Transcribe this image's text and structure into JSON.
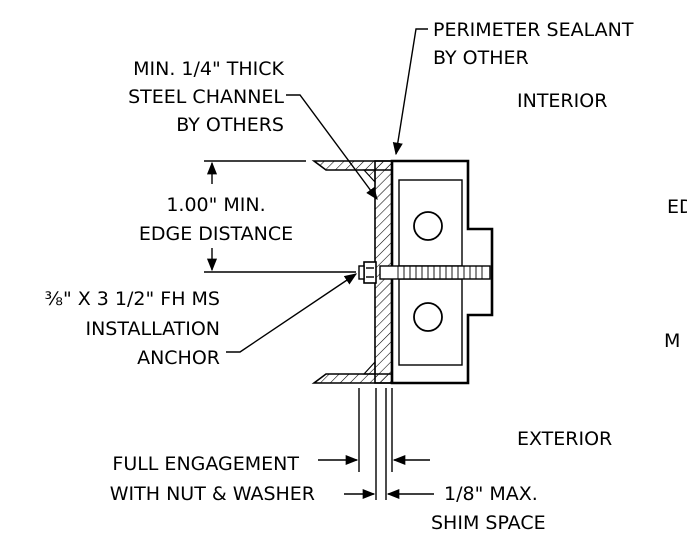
{
  "labels": {
    "perimeter_sealant_1": "PERIMETER SEALANT",
    "perimeter_sealant_2": "BY OTHER",
    "channel_1": "MIN. 1/4\" THICK",
    "channel_2": "STEEL CHANNEL",
    "channel_3": "BY OTHERS",
    "interior": "INTERIOR",
    "edge_1": "1.00\" MIN.",
    "edge_2": "EDGE DISTANCE",
    "anchor_1": "⅜\" X 3 1/2\" FH MS",
    "anchor_2": "INSTALLATION",
    "anchor_3": "ANCHOR",
    "exterior": "EXTERIOR",
    "engagement_1": "FULL ENGAGEMENT",
    "engagement_2": "WITH NUT & WASHER",
    "shim_1": "1/8\" MAX.",
    "shim_2": "SHIM SPACE",
    "cut_right_1": "ED",
    "cut_right_2": "M"
  }
}
